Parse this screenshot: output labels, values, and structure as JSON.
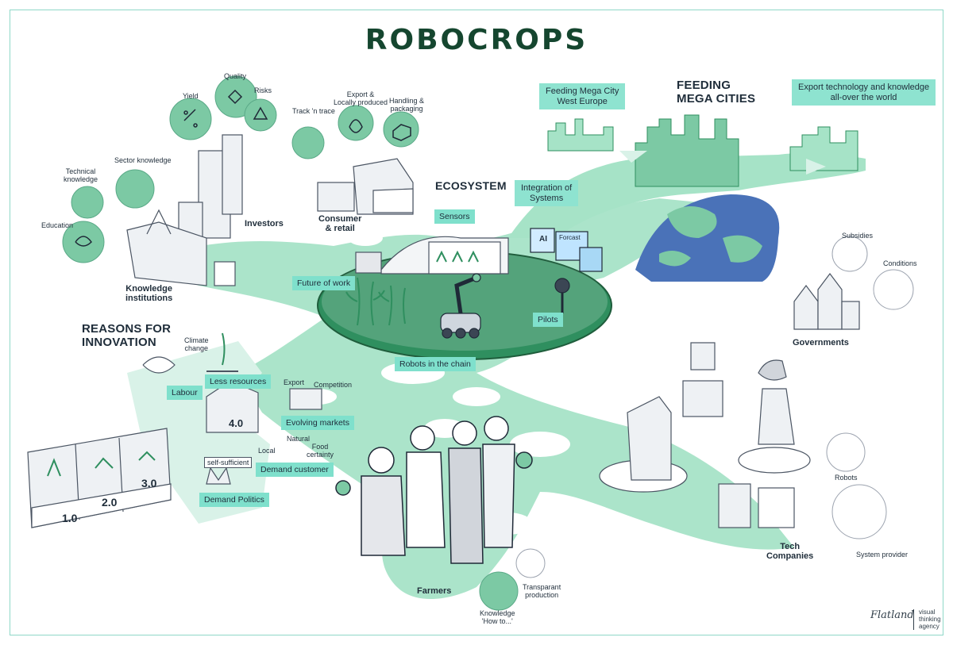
{
  "title": "ROBOCROPS",
  "colors": {
    "green_path": "#a6e3c7",
    "mint_tag": "#7fe0cc",
    "dark_green_title": "#15462f",
    "circle_fill": "#7cc9a4",
    "globe_blue": "#4a72b8",
    "ink": "#1f2d3a"
  },
  "headings": {
    "ecosystem": "ECOSYSTEM",
    "feeding_mega_cities": "FEEDING\nMEGA CITIES",
    "reasons_for_innovation": "REASONS FOR\nINNOVATION"
  },
  "stakeholders": {
    "investors": "Investors",
    "consumer_retail": "Consumer\n& retail",
    "knowledge_institutions": "Knowledge\ninstitutions",
    "governments": "Governments",
    "tech_companies": "Tech\nCompanies",
    "farmers": "Farmers"
  },
  "investor_topics": {
    "yield": "Yield",
    "quality": "Quality",
    "risks": "Risks"
  },
  "consumer_topics": {
    "track_n_trace": "Track 'n trace",
    "export_local": "Export &\nLocally produced",
    "handling_packaging": "Handling &\npackaging"
  },
  "knowledge_topics": {
    "education": "Education",
    "technical_knowledge": "Technical\nknowledge",
    "sector_knowledge": "Sector knowledge"
  },
  "ecosystem_tags": {
    "sensors": "Sensors",
    "integration": "Integration of\nSystems",
    "future_of_work": "Future of work",
    "pilots": "Pilots",
    "robots_in_chain": "Robots in the chain"
  },
  "ecosystem_drawing_labels": {
    "ai": "AI",
    "forcast": "Forcast"
  },
  "mega_city_boxes": {
    "west_europe": "Feeding Mega City\nWest Europe",
    "export_tech": "Export technology and knowledge\nall-over the world"
  },
  "government_topics": {
    "subsidies": "Subsidies",
    "conditions": "Conditions"
  },
  "tech_topics": {
    "robots": "Robots",
    "system_provider": "System provider"
  },
  "farmer_topics": {
    "transparant": "Transparant\nproduction",
    "knowledge_how": "Knowledge\n'How to...'"
  },
  "reasons": {
    "climate_change": "Climate\nchange",
    "labour": "Labour",
    "less_resources": "Less resources",
    "export": "Export",
    "competition": "Competition",
    "evolving_markets": "Evolving markets",
    "natural": "Natural",
    "local": "Local",
    "food_certainty": "Food\ncertainty",
    "demand_customer": "Demand customer",
    "self_sufficient": "self-sufficient",
    "demand_politics": "Demand Politics",
    "version_4": "4.0"
  },
  "eras": [
    "1.0",
    "2.0",
    "3.0"
  ],
  "footer": {
    "logo": "Flatland",
    "tagline": "visual\nthinking\nagency"
  }
}
